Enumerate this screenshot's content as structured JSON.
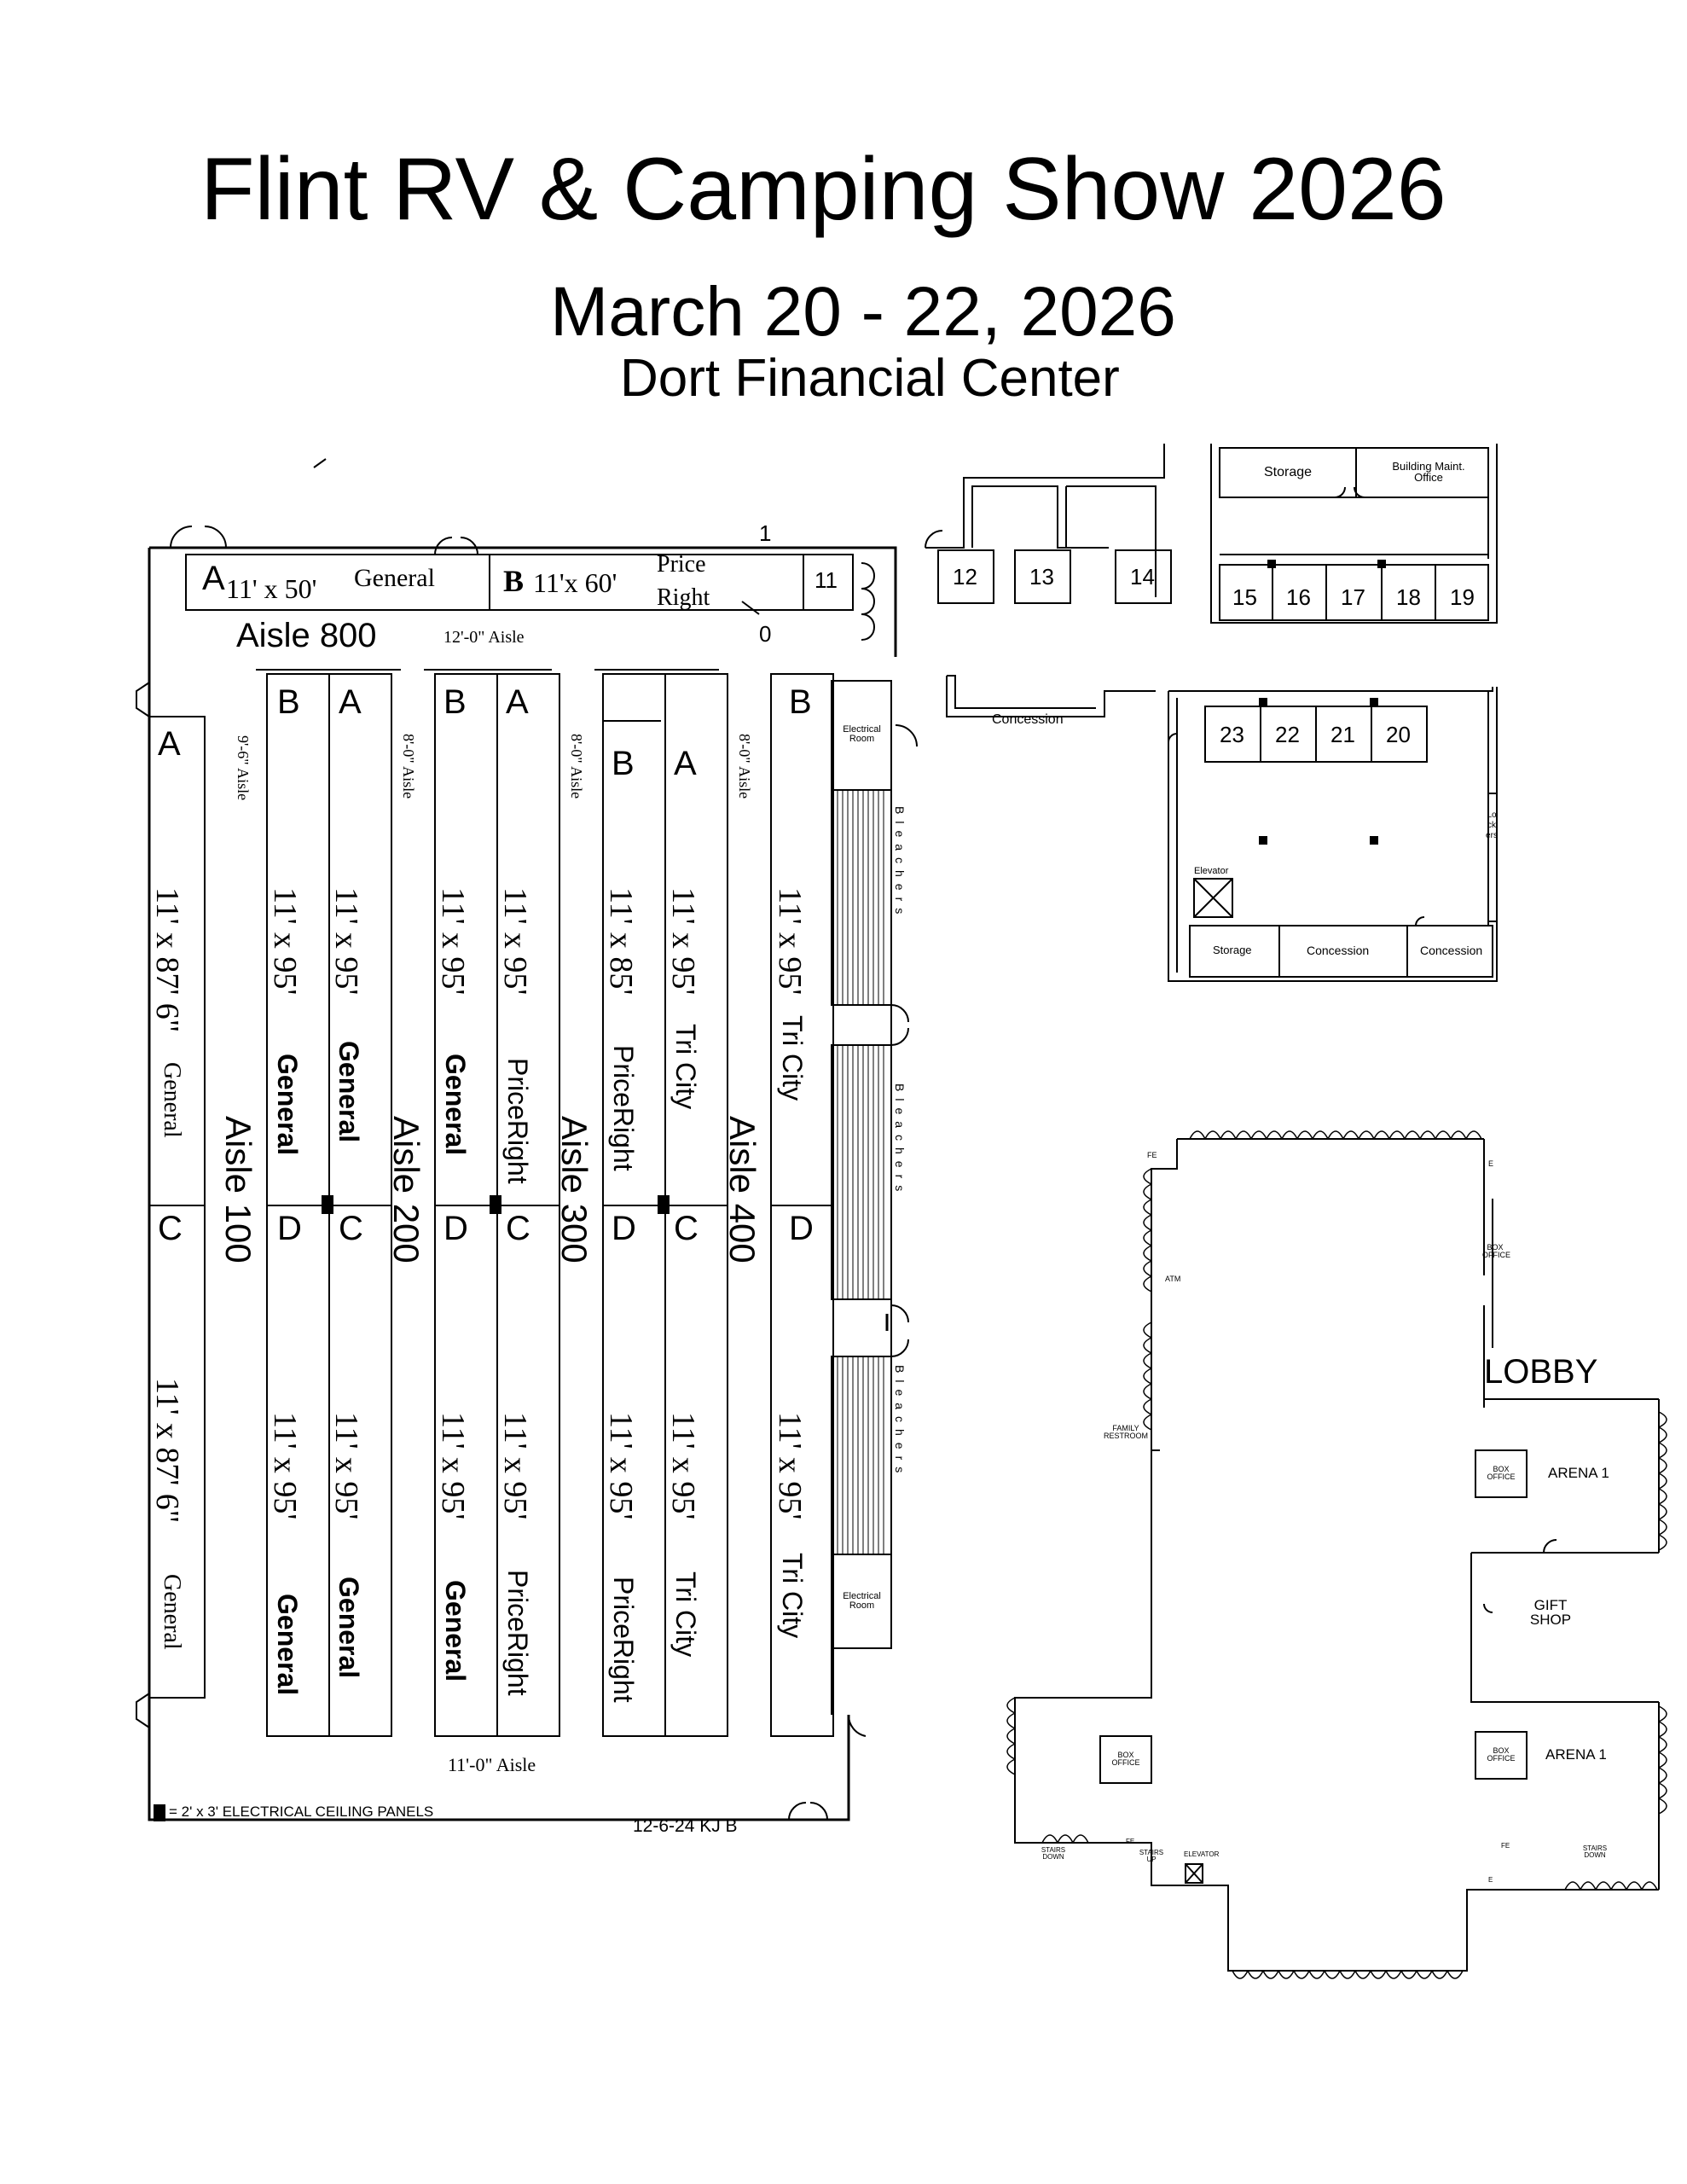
{
  "header": {
    "title": "Flint RV & Camping Show 2026",
    "dates": "March 20 - 22, 2026",
    "venue": "Dort Financial Center"
  },
  "top_booths": {
    "a_letter": "A",
    "a_size": "11' x 50'",
    "a_owner": "General",
    "b_letter": "B",
    "b_size": "11'x 60'",
    "b_owner_1": "Price",
    "b_owner_2": "Right",
    "mark_1": "1",
    "mark_0": "0"
  },
  "aisles": {
    "a800": "Aisle 800",
    "a800_width": "12'-0\" Aisle",
    "a100": "Aisle 100",
    "a200": "Aisle 200",
    "a300": "Aisle 300",
    "a400": "Aisle 400",
    "w100": "9'-6\" Aisle",
    "w200": "8'-0\" Aisle",
    "w300": "8'-0\" Aisle",
    "w400": "8'-0\" Aisle",
    "bottom": "11'-0\" Aisle"
  },
  "booth_rows": {
    "col_general_left": {
      "letter_top": "A",
      "letter_bottom": "C",
      "size_top": "11' x 87' 6\"",
      "owner_top": "General",
      "size_bottom": "11' x 87' 6\"",
      "owner_bottom": "General"
    },
    "c1": {
      "letter_top": "B",
      "letter_bottom": "D",
      "size_top": "11' x 95'",
      "owner_top": "General",
      "size_bottom": "11' x 95'",
      "owner_bottom": "General"
    },
    "c2": {
      "letter_top": "A",
      "letter_bottom": "C",
      "size_top": "11' x 95'",
      "owner_top": "General",
      "size_bottom": "11' x 95'",
      "owner_bottom": "General"
    },
    "c3": {
      "letter_top": "B",
      "letter_bottom": "D",
      "size_top": "11' x 95'",
      "owner_top": "General",
      "size_bottom": "11' x 95'",
      "owner_bottom": "General"
    },
    "c4": {
      "letter_top": "A",
      "letter_bottom": "C",
      "size_top": "11' x 95'",
      "owner_top": "PriceRight",
      "size_bottom": "11' x 95'",
      "owner_bottom": "PriceRight"
    },
    "c5": {
      "letter_top": "B",
      "letter_bottom": "D",
      "size_top": "11' x 85'",
      "owner_top": "PriceRight",
      "size_bottom": "11' x 95'",
      "owner_bottom": "PriceRight"
    },
    "c6": {
      "letter_top": "A",
      "letter_bottom": "C",
      "size_top": "11' x 95'",
      "owner_top": "Tri City",
      "size_bottom": "11' x 95'",
      "owner_bottom": "Tri City"
    },
    "c7": {
      "letter_top": "B",
      "letter_bottom": "D",
      "size_top": "11' x 95'",
      "owner_top": "Tri City",
      "size_bottom": "11' x 95'",
      "owner_bottom": "Tri City"
    }
  },
  "rooms": {
    "electrical_1": "Electrical Room",
    "electrical_2": "Electrical Room",
    "bleachers": "Bleachers",
    "concession_top": "Concession",
    "storage_top": "Storage",
    "building_maint": "Building Maint. Office",
    "elevator": "Elevator",
    "storage_bottom": "Storage",
    "concession_b1": "Concession",
    "concession_b2": "Concession",
    "lockers": "Lockers"
  },
  "numbered_booths": [
    "11",
    "12",
    "13",
    "14",
    "15",
    "16",
    "17",
    "18",
    "19",
    "20",
    "21",
    "22",
    "23"
  ],
  "lobby": {
    "title": "LOBBY",
    "fe1": "FE",
    "e1": "E",
    "box_office_top": "BOX OFFICE",
    "atm": "ATM",
    "family_restroom": "FAMILY RESTROOM",
    "box_office_arena_top": "BOX OFFICE",
    "arena_top": "ARENA 1",
    "gift_shop": "GIFT SHOP",
    "box_office_left": "BOX OFFICE",
    "box_office_arena_bottom": "BOX OFFICE",
    "arena_bottom": "ARENA 1",
    "stairs_down_left": "STAIRS DOWN",
    "fe_stairs_up": "FE",
    "stairs_up": "STAIRS UP",
    "elevator": "ELEVATOR",
    "fe2": "FE",
    "stairs_down_right": "STAIRS DOWN",
    "e2": "E"
  },
  "legend": {
    "panels": "= 2' x 3' ELECTRICAL CEILING PANELS",
    "stamp": "12-6-24 KJ B"
  }
}
